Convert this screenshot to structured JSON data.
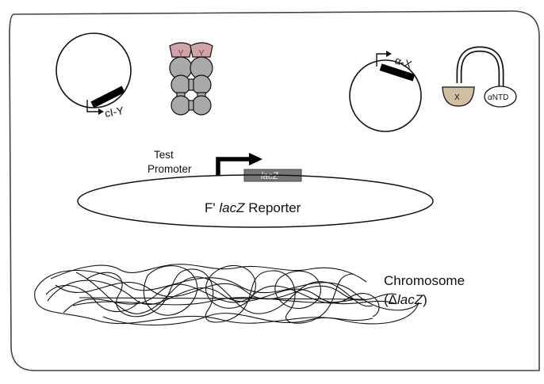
{
  "plasmid_ci": {
    "label": "cI-Y"
  },
  "plasmid_alpha": {
    "label": "α-X"
  },
  "alpha_protein": {
    "domain_x": "X",
    "domain_ntd": "αNTD"
  },
  "promoter": {
    "line1": "Test",
    "line2": "Promoter"
  },
  "reporter_gene": {
    "label": "lacZ"
  },
  "episome": {
    "prefix": "F' ",
    "gene": "lacZ",
    "suffix": " Reporter"
  },
  "chromosome": {
    "line1": "Chromosome",
    "delta": "Δ",
    "gene": "lacZ",
    "close": ")",
    "open": "("
  },
  "colors": {
    "dimer_gray": "#a9a9a9",
    "pink": "#cfa3a8",
    "tan": "#d2bfa2",
    "gene_box": "#777777"
  }
}
